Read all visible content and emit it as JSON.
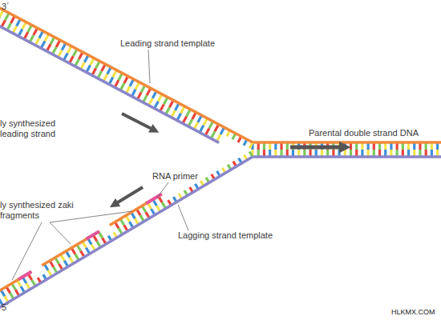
{
  "diagram": {
    "labels": [
      "3´",
      "Leading strand template",
      "ly synthesized leading strand",
      "Parental double strand DNA",
      "RNA primer",
      "ly synthesized zaki fragments",
      "Lagging strand template",
      "5´",
      "HLKMX.COM"
    ]
  }
}
